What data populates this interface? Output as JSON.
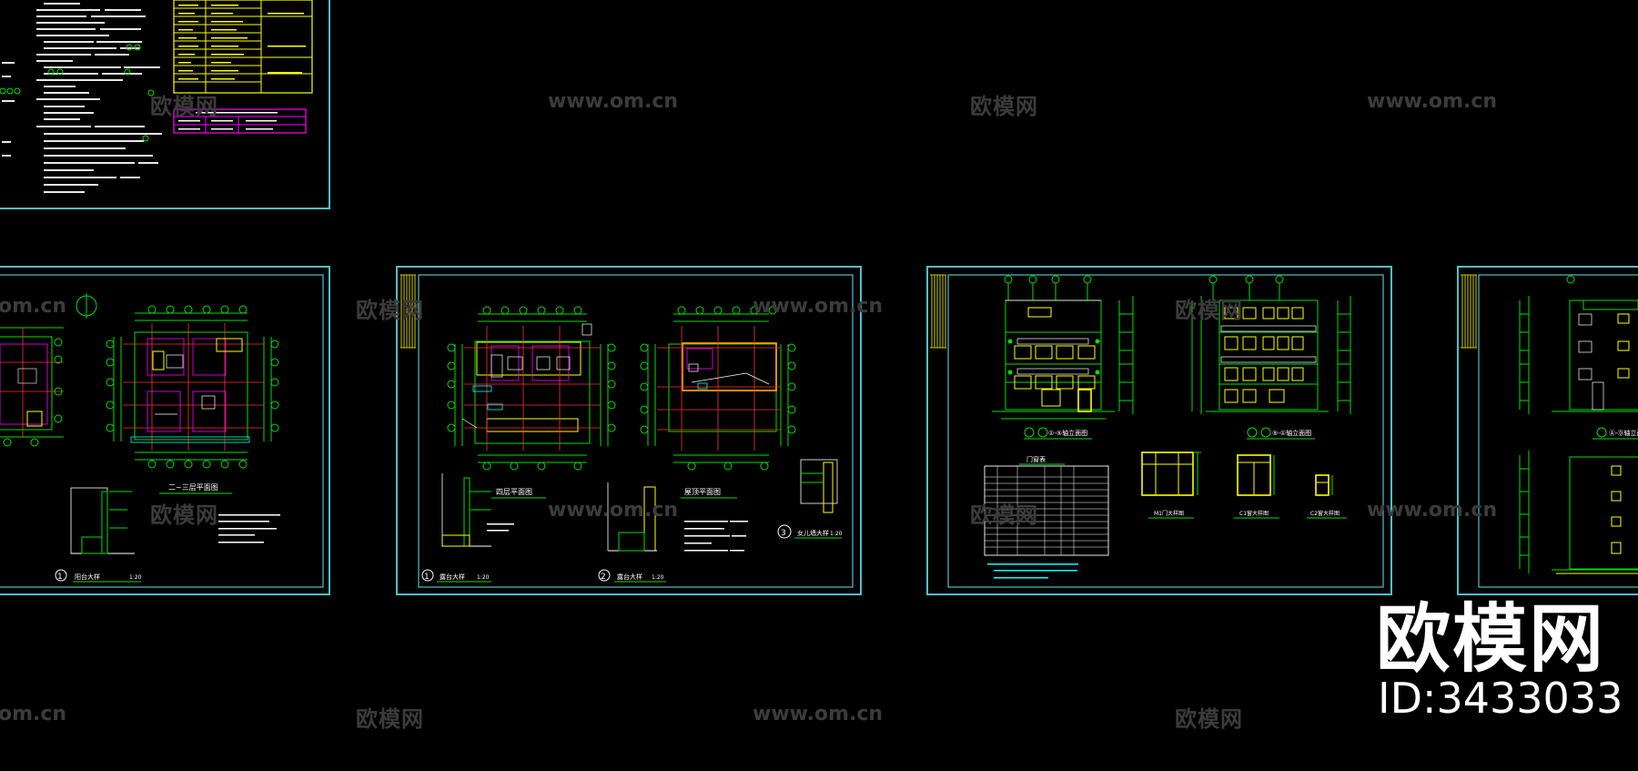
{
  "watermarks": {
    "brand_cn": "欧模网",
    "site_url": "www.om.cn",
    "partial_url": "om.cn"
  },
  "brand": {
    "logo_text": "欧模网",
    "id_text": "ID:3433033"
  },
  "sheets": {
    "sheet2": {
      "label_1": "阳台大样",
      "scale_1": "1:20",
      "plan_title": "二~三层平面图"
    },
    "sheet3": {
      "label_1": "露台大样",
      "scale_1": "1:20",
      "label_2": "露台大样",
      "scale_2": "1:20",
      "label_3": "女儿墙大样",
      "scale_3": "1:20",
      "plan_title_1": "四层平面图",
      "plan_title_2": "屋顶平面图"
    },
    "sheet4": {
      "elev_title_1": "①-⑤轴立面图",
      "elev_title_2": "⑤-①轴立面图",
      "table_title": "门窗表",
      "detail_1": "M1门大样图",
      "detail_2": "C1窗大样图",
      "detail_3": "C2窗大样图"
    },
    "sheet5": {
      "elev_title": "Ⓐ-Ⓓ轴立面图"
    }
  },
  "colors": {
    "background": "#000000",
    "frame": "#4fc0c8",
    "drawing": "#00e000",
    "wall": "#ffff00",
    "accent": "#ff00ff",
    "orange": "#ff9900",
    "cyan_text": "#00ffff",
    "red": "#ff3030",
    "white": "#ffffff",
    "watermark": "#3b3b3b"
  }
}
